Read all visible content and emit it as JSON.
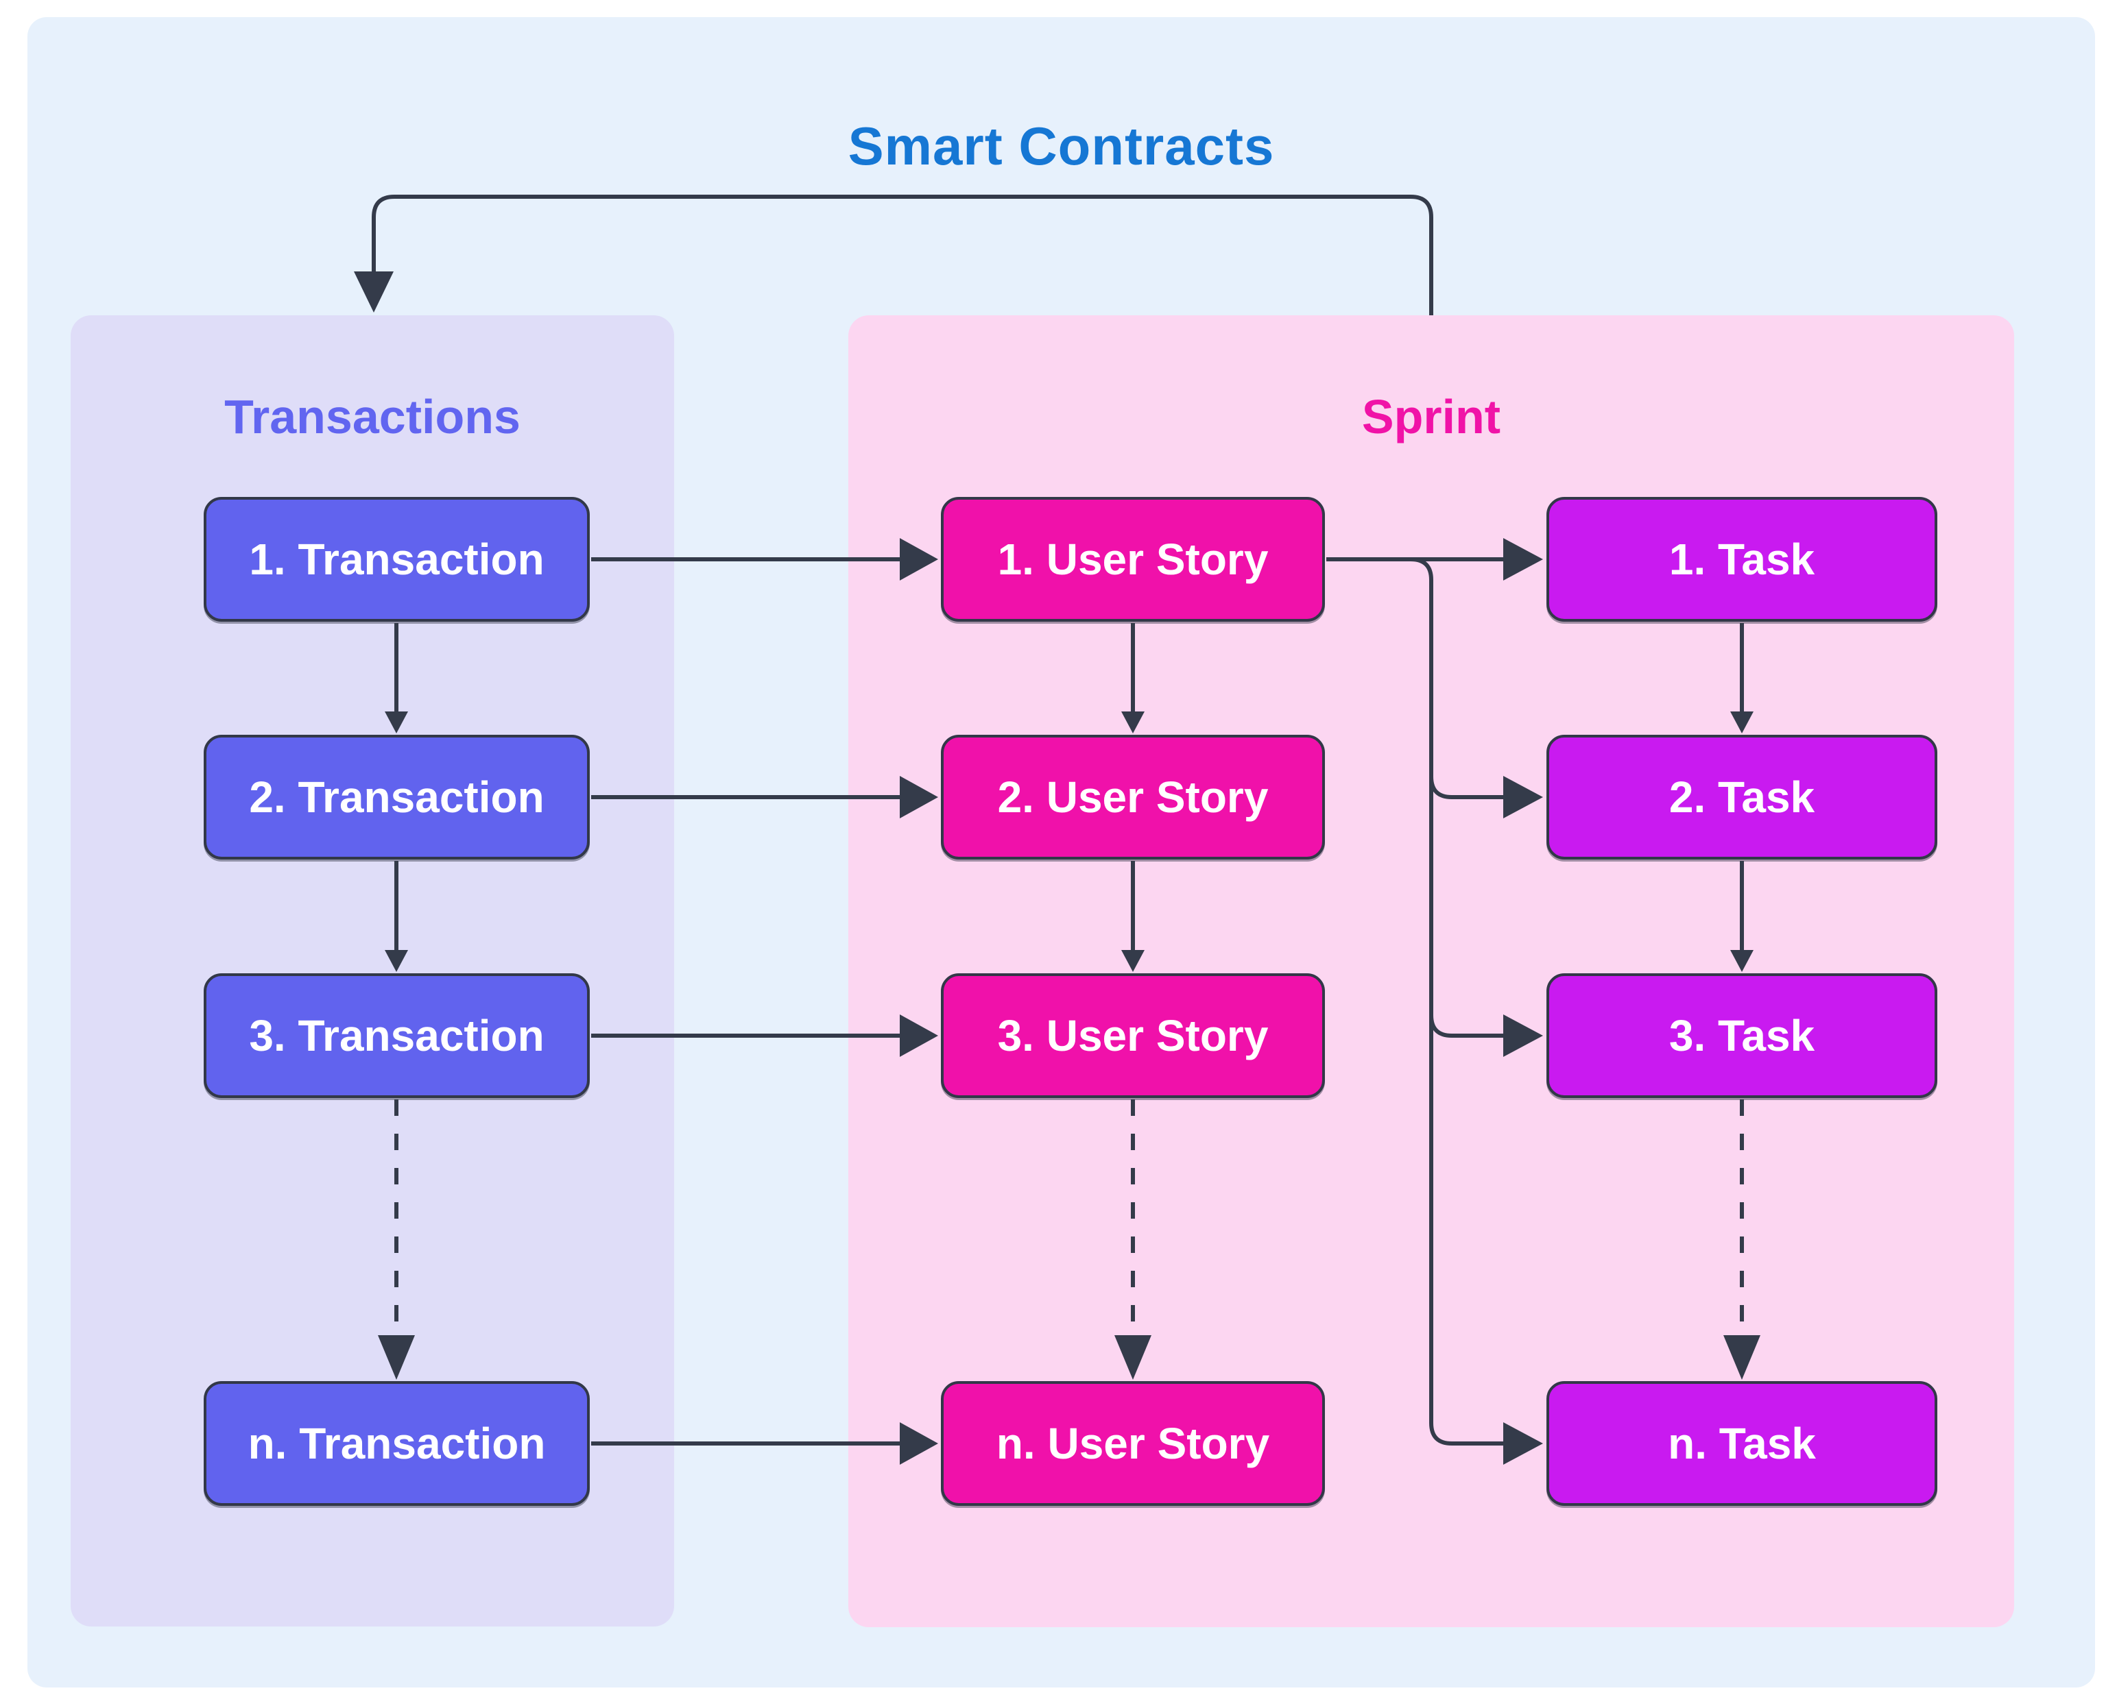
{
  "title": "Smart Contracts",
  "containers": {
    "transactions": {
      "label": "Transactions",
      "nodes": [
        "1. Transaction",
        "2. Transaction",
        "3. Transaction",
        "n. Transaction"
      ]
    },
    "sprint": {
      "label": "Sprint",
      "user_stories": [
        "1. User Story",
        "2. User Story",
        "3. User Story",
        "n. User Story"
      ],
      "tasks": [
        "1. Task",
        "2. Task",
        "3. Task",
        "n. Task"
      ]
    }
  },
  "edges": [
    {
      "from": "Sprint",
      "to": "Transactions",
      "style": "solid",
      "arrow": true
    },
    {
      "from": "1. Transaction",
      "to": "1. User Story",
      "style": "solid",
      "arrow": true
    },
    {
      "from": "2. Transaction",
      "to": "2. User Story",
      "style": "solid",
      "arrow": true
    },
    {
      "from": "3. Transaction",
      "to": "3. User Story",
      "style": "solid",
      "arrow": true
    },
    {
      "from": "n. Transaction",
      "to": "n. User Story",
      "style": "solid",
      "arrow": true
    },
    {
      "from": "1. Transaction",
      "to": "2. Transaction",
      "style": "solid",
      "arrow": true
    },
    {
      "from": "2. Transaction",
      "to": "3. Transaction",
      "style": "solid",
      "arrow": true
    },
    {
      "from": "3. Transaction",
      "to": "n. Transaction",
      "style": "dashed",
      "arrow": true
    },
    {
      "from": "1. User Story",
      "to": "2. User Story",
      "style": "solid",
      "arrow": true
    },
    {
      "from": "2. User Story",
      "to": "3. User Story",
      "style": "solid",
      "arrow": true
    },
    {
      "from": "3. User Story",
      "to": "n. User Story",
      "style": "dashed",
      "arrow": true
    },
    {
      "from": "1. User Story",
      "to": "1. Task",
      "style": "solid",
      "arrow": true
    },
    {
      "from": "1. User Story",
      "to": "2. Task",
      "style": "solid",
      "arrow": true
    },
    {
      "from": "1. User Story",
      "to": "3. Task",
      "style": "solid",
      "arrow": true
    },
    {
      "from": "1. User Story",
      "to": "n. Task",
      "style": "solid",
      "arrow": true
    },
    {
      "from": "1. Task",
      "to": "2. Task",
      "style": "solid",
      "arrow": true
    },
    {
      "from": "2. Task",
      "to": "3. Task",
      "style": "solid",
      "arrow": true
    },
    {
      "from": "3. Task",
      "to": "n. Task",
      "style": "dashed",
      "arrow": true
    }
  ],
  "colors": {
    "page_bg": "#ffffff",
    "outer_bg": "#e7f1fc",
    "outer_title": "#1677d4",
    "transactions_bg": "#dfddf8",
    "transactions_label": "#6165f0",
    "sprint_bg": "#fcd6f1",
    "sprint_label": "#f013a7",
    "transaction_node_bg": "#6163ee",
    "user_story_node_bg": "#f011aa",
    "task_node_bg": "#c91af0",
    "node_text": "#ffffff",
    "node_border": "#323848",
    "connector": "#343b4a"
  }
}
